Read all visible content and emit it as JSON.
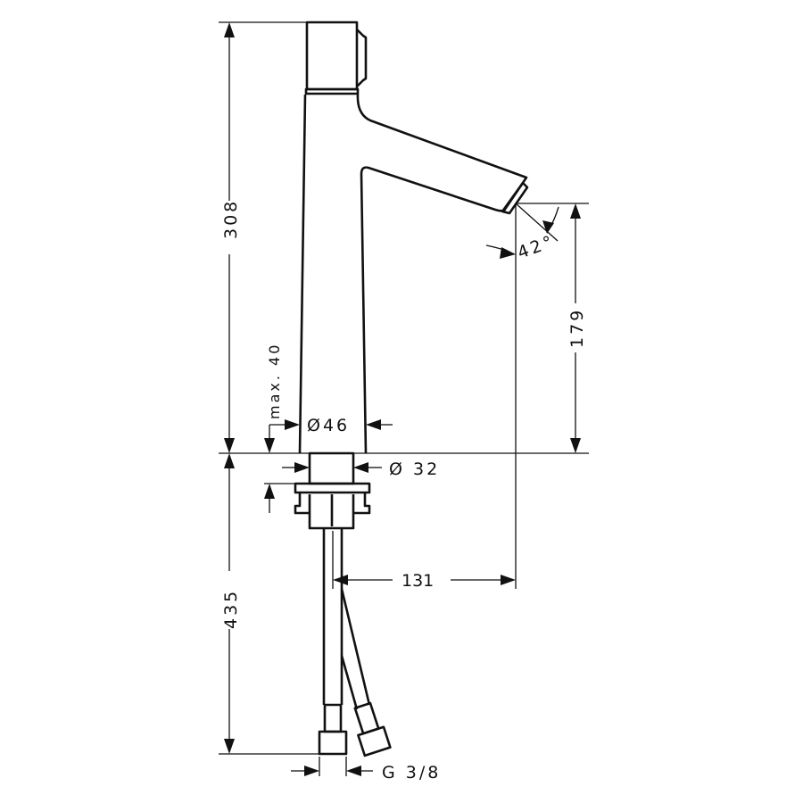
{
  "title": "Basin mixer dimension drawing",
  "dimensions": {
    "total_height": "308",
    "spout_height": "179",
    "below_deck": "435",
    "spout_reach": "131",
    "spout_angle": "42°",
    "max_deck_thickness": "max. 40",
    "body_diameter": "Ø46",
    "shank_diameter": "Ø 32",
    "connection_thread": "G 3/8"
  },
  "colors": {
    "line": "#111111",
    "background": "#ffffff"
  }
}
